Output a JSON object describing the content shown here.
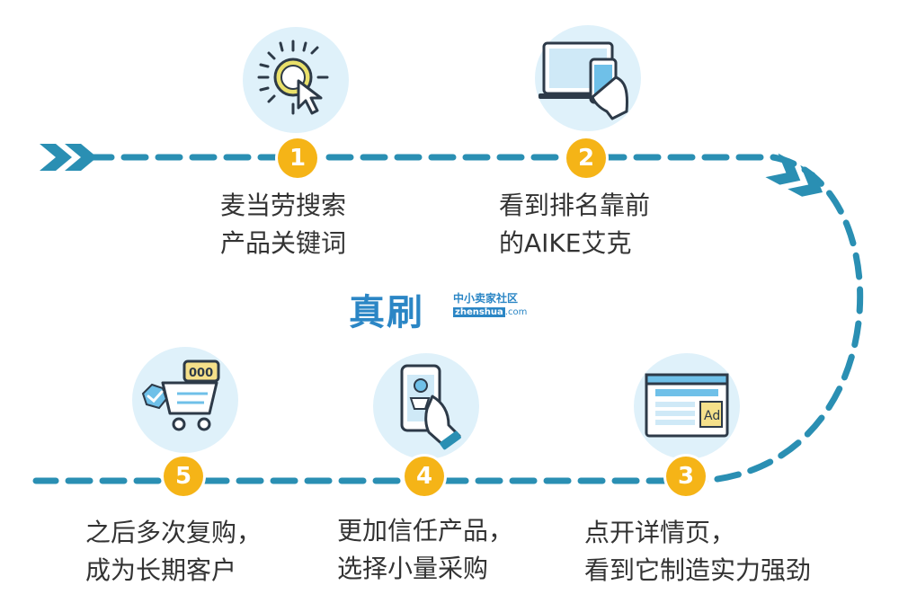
{
  "colors": {
    "path": "#2a8fb3",
    "badge": "#f5b417",
    "circle": "#dff1fa",
    "text": "#333333",
    "watermark": "#2b86c5"
  },
  "steps": [
    {
      "number": "1",
      "icon": "click-cursor-icon",
      "lines": [
        "麦当劳搜索",
        "产品关键词"
      ]
    },
    {
      "number": "2",
      "icon": "laptop-phone-icon",
      "lines": [
        "看到排名靠前",
        "的AIKE艾克"
      ]
    },
    {
      "number": "3",
      "icon": "ad-webpage-icon",
      "lines": [
        "点开详情页，",
        "看到它制造实力强劲"
      ]
    },
    {
      "number": "4",
      "icon": "mobile-shopping-icon",
      "lines": [
        "更加信任产品，",
        "选择小量采购"
      ]
    },
    {
      "number": "5",
      "icon": "cart-repurchase-icon",
      "lines": [
        "之后多次复购，",
        "成为长期客户"
      ]
    }
  ],
  "watermark": {
    "cn": "真刷",
    "sub": "中小卖家社区",
    "url_main": "zhenshua",
    "url_tail": ".com"
  }
}
